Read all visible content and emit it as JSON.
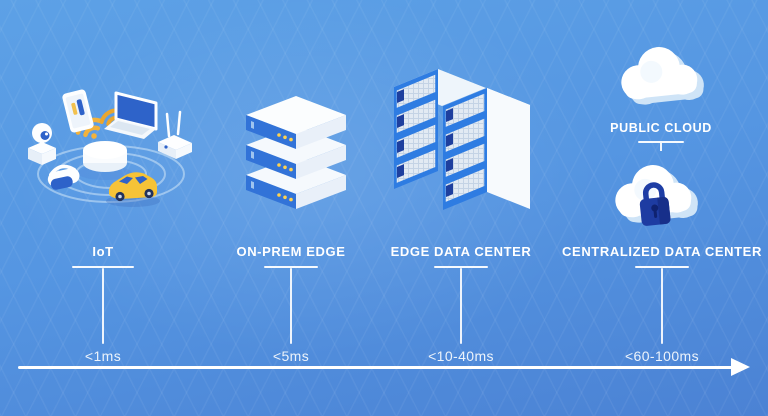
{
  "diagram": {
    "type": "latency-tier-infographic",
    "columns": [
      {
        "id": "iot",
        "label": "IoT",
        "latency": "<1ms",
        "icon": "iot-devices-illustration"
      },
      {
        "id": "on-prem-edge",
        "label": "ON-PREM EDGE",
        "latency": "<5ms",
        "icon": "server-stack-illustration"
      },
      {
        "id": "edge-data-center",
        "label": "EDGE DATA CENTER",
        "latency": "<10-40ms",
        "icon": "server-racks-illustration"
      },
      {
        "id": "centralized-data-center",
        "label": "CENTRALIZED DATA CENTER",
        "latency": "<60-100ms",
        "icon": "secure-cloud-illustration"
      }
    ],
    "public_cloud": {
      "label": "PUBLIC CLOUD",
      "icon": "cloud-illustration"
    },
    "timeline": {
      "icon": "arrow-right-icon"
    }
  },
  "icons": {
    "iot": "iot-devices-illustration",
    "on_prem": "server-stack-illustration",
    "edge_dc": "server-racks-illustration",
    "public_cloud": "cloud-illustration",
    "centralized": "secure-cloud-illustration",
    "timeline": "arrow-right-icon"
  },
  "colors": {
    "background_top": "#5DA1E6",
    "background_bottom": "#4B82D4",
    "text_white": "#FFFFFF",
    "line_white": "#FFFFFF",
    "accent_blue": "#2E7CE2",
    "device_blue": "#2B5FC7",
    "server_face_blue": "#3273D8",
    "accent_yellow": "#F5C237",
    "led_yellow": "#FFD24F",
    "cloud_shade": "#CFE4F7",
    "lock_navy": "#1E3CA2",
    "mesh_gray": "#E2EAF3",
    "ring_blue": "#CFE5F8"
  }
}
